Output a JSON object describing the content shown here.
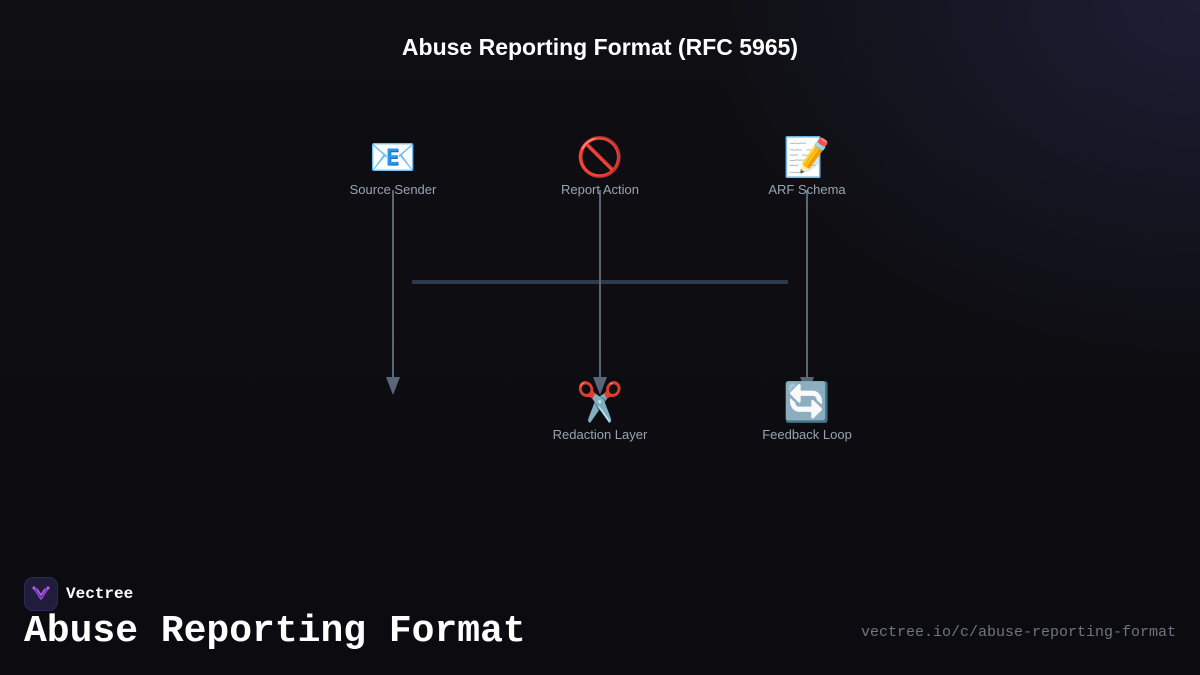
{
  "diagram": {
    "title": "Abuse Reporting Format (RFC 5965)",
    "nodes": [
      {
        "id": "source-sender",
        "icon": "📧",
        "icon_name": "email-icon",
        "label": "Source Sender"
      },
      {
        "id": "report-action",
        "icon": "🚫",
        "icon_name": "prohibited-icon",
        "label": "Report Action"
      },
      {
        "id": "arf-schema",
        "icon": "📝",
        "icon_name": "memo-icon",
        "label": "ARF Schema"
      },
      {
        "id": "redaction-layer",
        "icon": "✂️",
        "icon_name": "scissors-icon",
        "label": "Redaction Layer"
      },
      {
        "id": "feedback-loop",
        "icon": "🔄",
        "icon_name": "refresh-icon",
        "label": "Feedback Loop"
      }
    ]
  },
  "brand": {
    "name": "Vectree",
    "logo_icon": "vectree-logo-icon",
    "accent_color": "#8b3fd9"
  },
  "footer": {
    "title": "Abuse Reporting Format",
    "url": "vectree.io/c/abuse-reporting-format"
  },
  "colors": {
    "background": "#0f0f13",
    "connector": "#5a6577",
    "bus": "#2f3a4a",
    "label": "#9aa3b2"
  }
}
